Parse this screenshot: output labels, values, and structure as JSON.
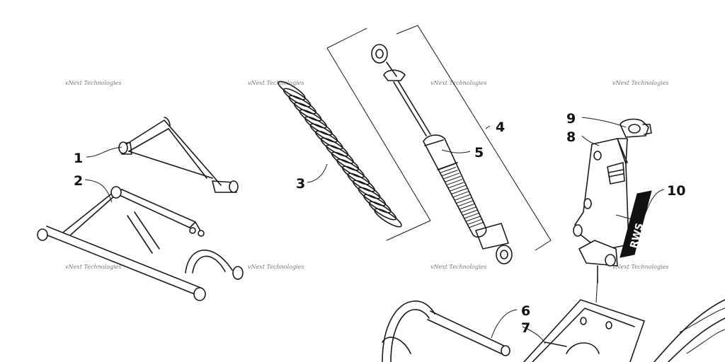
{
  "diagram": {
    "callouts": [
      {
        "id": "1",
        "label": "1"
      },
      {
        "id": "2",
        "label": "2"
      },
      {
        "id": "3",
        "label": "3"
      },
      {
        "id": "4",
        "label": "4"
      },
      {
        "id": "5",
        "label": "5"
      },
      {
        "id": "6",
        "label": "6"
      },
      {
        "id": "7",
        "label": "7"
      },
      {
        "id": "8",
        "label": "8"
      },
      {
        "id": "9",
        "label": "9"
      },
      {
        "id": "10",
        "label": "10"
      }
    ],
    "watermark": "vNext Technologies",
    "decal_text": "RWS"
  }
}
